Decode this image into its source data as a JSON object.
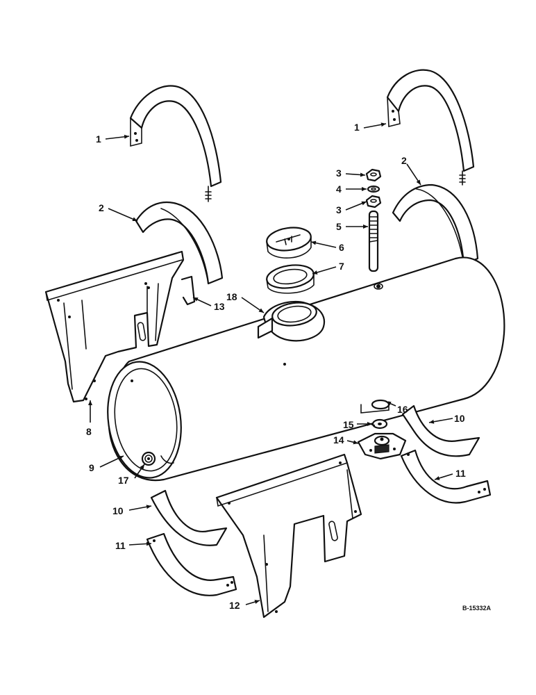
{
  "labels": {
    "l1a": "1",
    "l1b": "1",
    "l2a": "2",
    "l2b": "2",
    "l3a": "3",
    "l3b": "3",
    "l4": "4",
    "l5": "5",
    "l6": "6",
    "l7": "7",
    "l8": "8",
    "l9": "9",
    "l10a": "10",
    "l10b": "10",
    "l11a": "11",
    "l11b": "11",
    "l12": "12",
    "l13": "13",
    "l14": "14",
    "l15": "15",
    "l16": "16",
    "l17": "17",
    "l18": "18"
  },
  "drawing_code": "B-15332A",
  "colors": {
    "ink": "#111111",
    "paper": "#ffffff"
  }
}
